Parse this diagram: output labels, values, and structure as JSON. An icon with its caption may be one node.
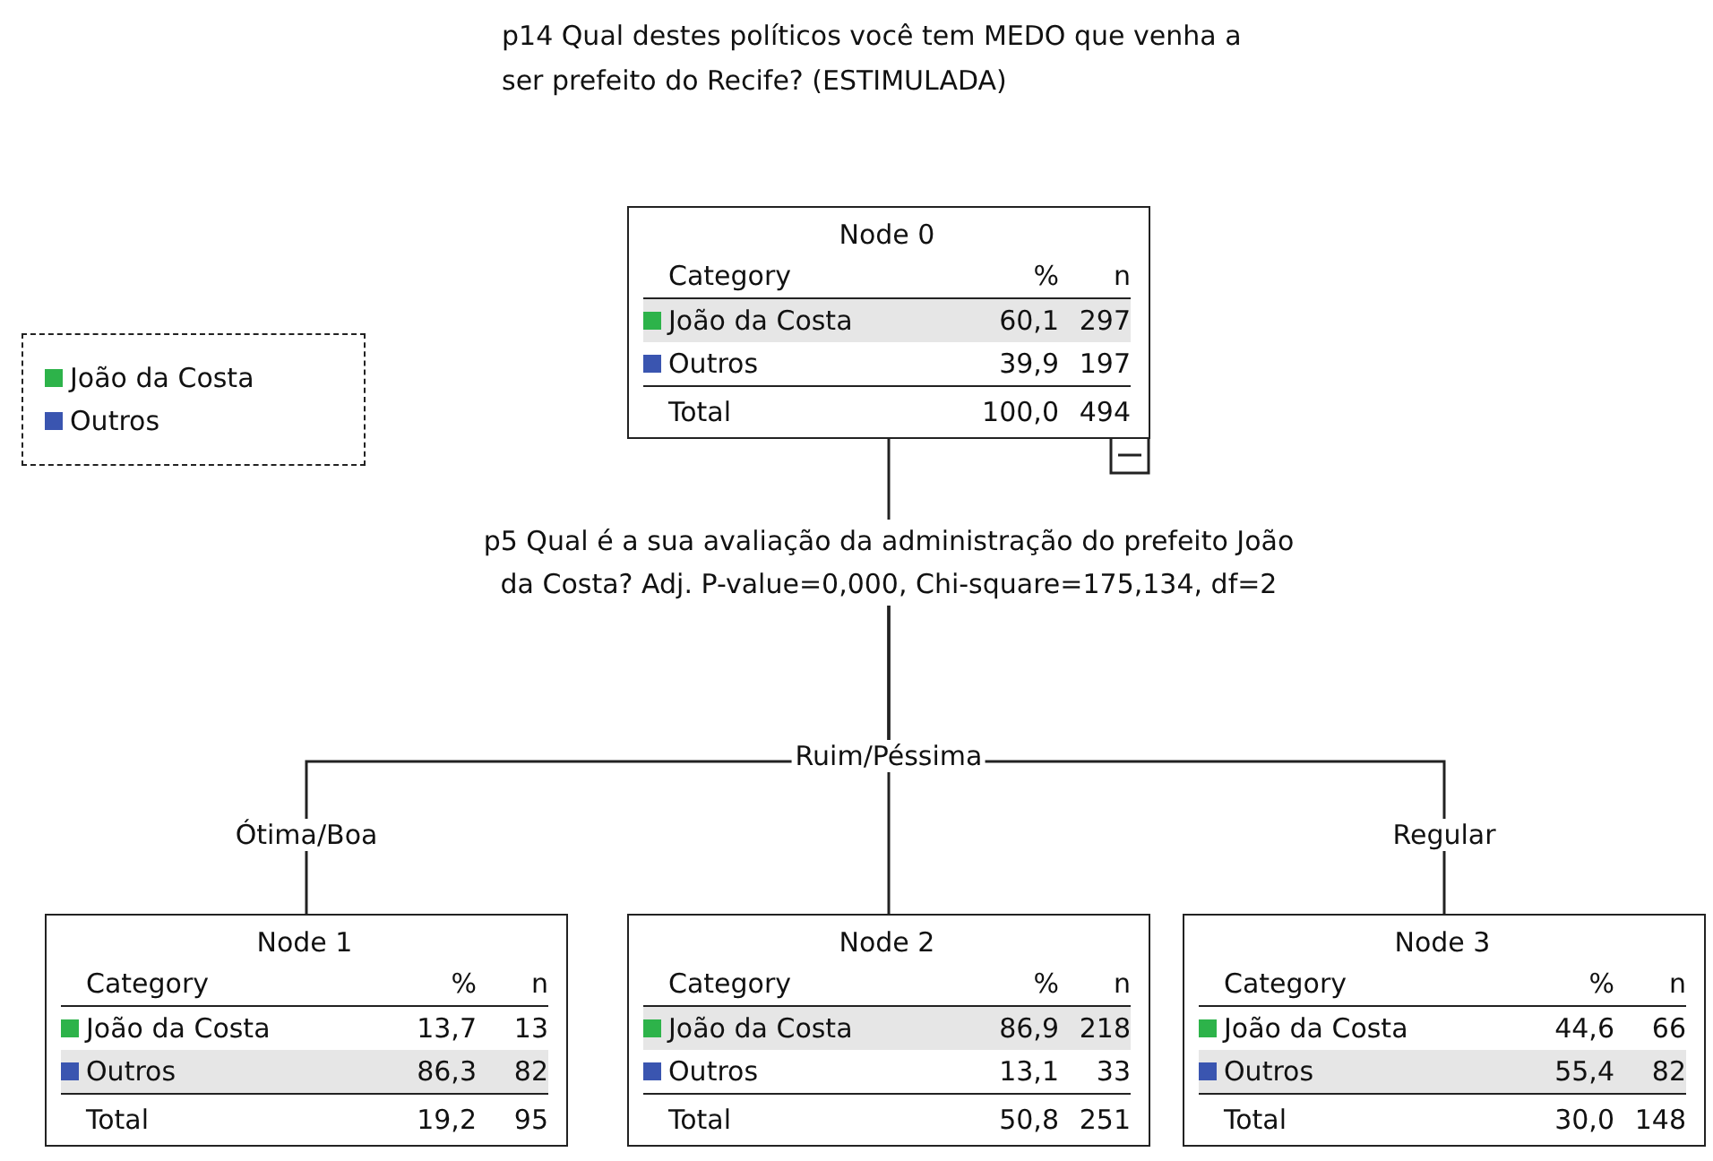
{
  "diagram": {
    "title": "p14 Qual destes políticos você tem MEDO que venha a ser prefeito do Recife? (ESTIMULADA)",
    "nodes": [
      {
        "text": [
          "Node 0",
          "Category",
          "%",
          "n",
          "João da Costa",
          "60,1",
          "297",
          "Outros",
          "39,9",
          "197",
          "Total",
          "100,0",
          "494"
        ]
      },
      {
        "text": [
          "p5 Qual é a sua avaliação da administração do prefeito João da Costa? Adj. P-value=0,000, Chi-square=175,134, df=2"
        ]
      },
      {
        "text": [
          "Node 1",
          "Category",
          "%",
          "n",
          "João da Costa",
          "13,7",
          "13",
          "Outros",
          "86,3",
          "82",
          "Total",
          "19,2",
          "95"
        ]
      },
      {
        "text": [
          "Node 2",
          "Category",
          "%",
          "n",
          "João da Costa",
          "86,9",
          "218",
          "Outros",
          "13,1",
          "33",
          "Total",
          "50,8",
          "251"
        ]
      },
      {
        "text": [
          "Node 3",
          "Category",
          "%",
          "n",
          "João da Costa",
          "44,6",
          "66",
          "Outros",
          "55,4",
          "82",
          "Total",
          "30,0",
          "148"
        ]
      }
    ],
    "edges": [
      {
        "from": 0,
        "to": 1,
        "arrow": "none"
      },
      {
        "from": 1,
        "to": 2,
        "arrow": "none",
        "label": "Ótima/Boa"
      },
      {
        "from": 1,
        "to": 3,
        "arrow": "none",
        "label": "Ruim/Péssima"
      },
      {
        "from": 1,
        "to": 4,
        "arrow": "none",
        "label": "Regular"
      }
    ],
    "legend": [
      {
        "text": "João da Costa",
        "color": "#2db34a"
      },
      {
        "text": "Outros",
        "color": "#3a55b0"
      }
    ]
  }
}
